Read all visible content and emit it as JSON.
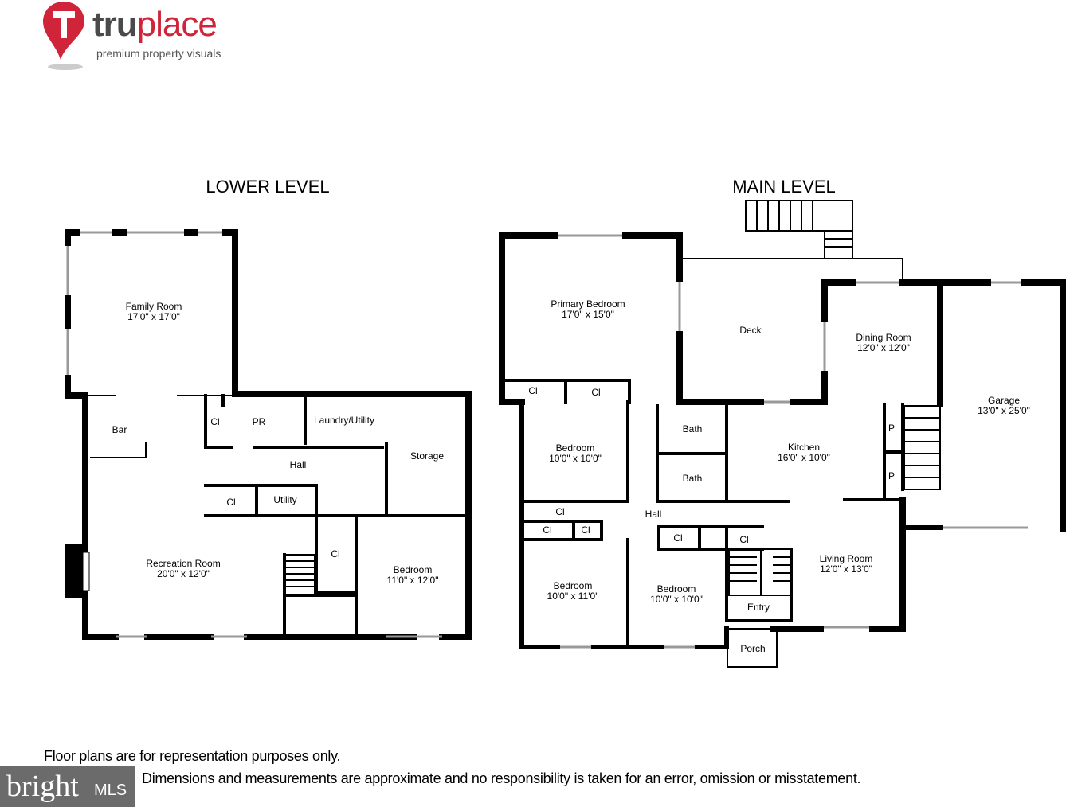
{
  "logo": {
    "brand_part1": "tru",
    "brand_part2": "place",
    "tagline": "premium property visuals",
    "accent_color": "#d0243a"
  },
  "lower_level": {
    "title": "LOWER LEVEL",
    "rooms": [
      {
        "name": "Family Room",
        "size": "17'0\" x 17'0\""
      },
      {
        "name": "Bar",
        "size": ""
      },
      {
        "name": "Cl",
        "size": ""
      },
      {
        "name": "PR",
        "size": ""
      },
      {
        "name": "Laundry/Utility",
        "size": ""
      },
      {
        "name": "Storage",
        "size": ""
      },
      {
        "name": "Hall",
        "size": ""
      },
      {
        "name": "Cl",
        "size": ""
      },
      {
        "name": "Utility",
        "size": ""
      },
      {
        "name": "Cl",
        "size": ""
      },
      {
        "name": "Recreation Room",
        "size": "20'0\" x 12'0\""
      },
      {
        "name": "Bedroom",
        "size": "11'0\" x 12'0\""
      }
    ]
  },
  "main_level": {
    "title": "MAIN LEVEL",
    "rooms": [
      {
        "name": "Primary Bedroom",
        "size": "17'0\" x 15'0\""
      },
      {
        "name": "Deck",
        "size": ""
      },
      {
        "name": "Dining Room",
        "size": "12'0\" x 12'0\""
      },
      {
        "name": "Garage",
        "size": "13'0\" x 25'0\""
      },
      {
        "name": "Cl",
        "size": ""
      },
      {
        "name": "Cl",
        "size": ""
      },
      {
        "name": "Bedroom",
        "size": "10'0\" x 10'0\""
      },
      {
        "name": "Bath",
        "size": ""
      },
      {
        "name": "Bath",
        "size": ""
      },
      {
        "name": "Kitchen",
        "size": "16'0\" x 10'0\""
      },
      {
        "name": "P",
        "size": ""
      },
      {
        "name": "P",
        "size": ""
      },
      {
        "name": "Cl",
        "size": ""
      },
      {
        "name": "Cl",
        "size": ""
      },
      {
        "name": "Cl",
        "size": ""
      },
      {
        "name": "Hall",
        "size": ""
      },
      {
        "name": "Cl",
        "size": ""
      },
      {
        "name": "Cl",
        "size": ""
      },
      {
        "name": "Bedroom",
        "size": "10'0\" x 11'0\""
      },
      {
        "name": "Bedroom",
        "size": "10'0\" x 10'0\""
      },
      {
        "name": "Living Room",
        "size": "12'0\" x 13'0\""
      },
      {
        "name": "Entry",
        "size": ""
      },
      {
        "name": "Porch",
        "size": ""
      }
    ]
  },
  "disclaimer": {
    "line1": "Floor plans are for representation purposes only.",
    "line2": "Dimensions and measurements are approximate and no responsibility is taken for an error, omission or misstatement."
  },
  "watermark": {
    "brand": "bright",
    "suffix": "MLS"
  }
}
